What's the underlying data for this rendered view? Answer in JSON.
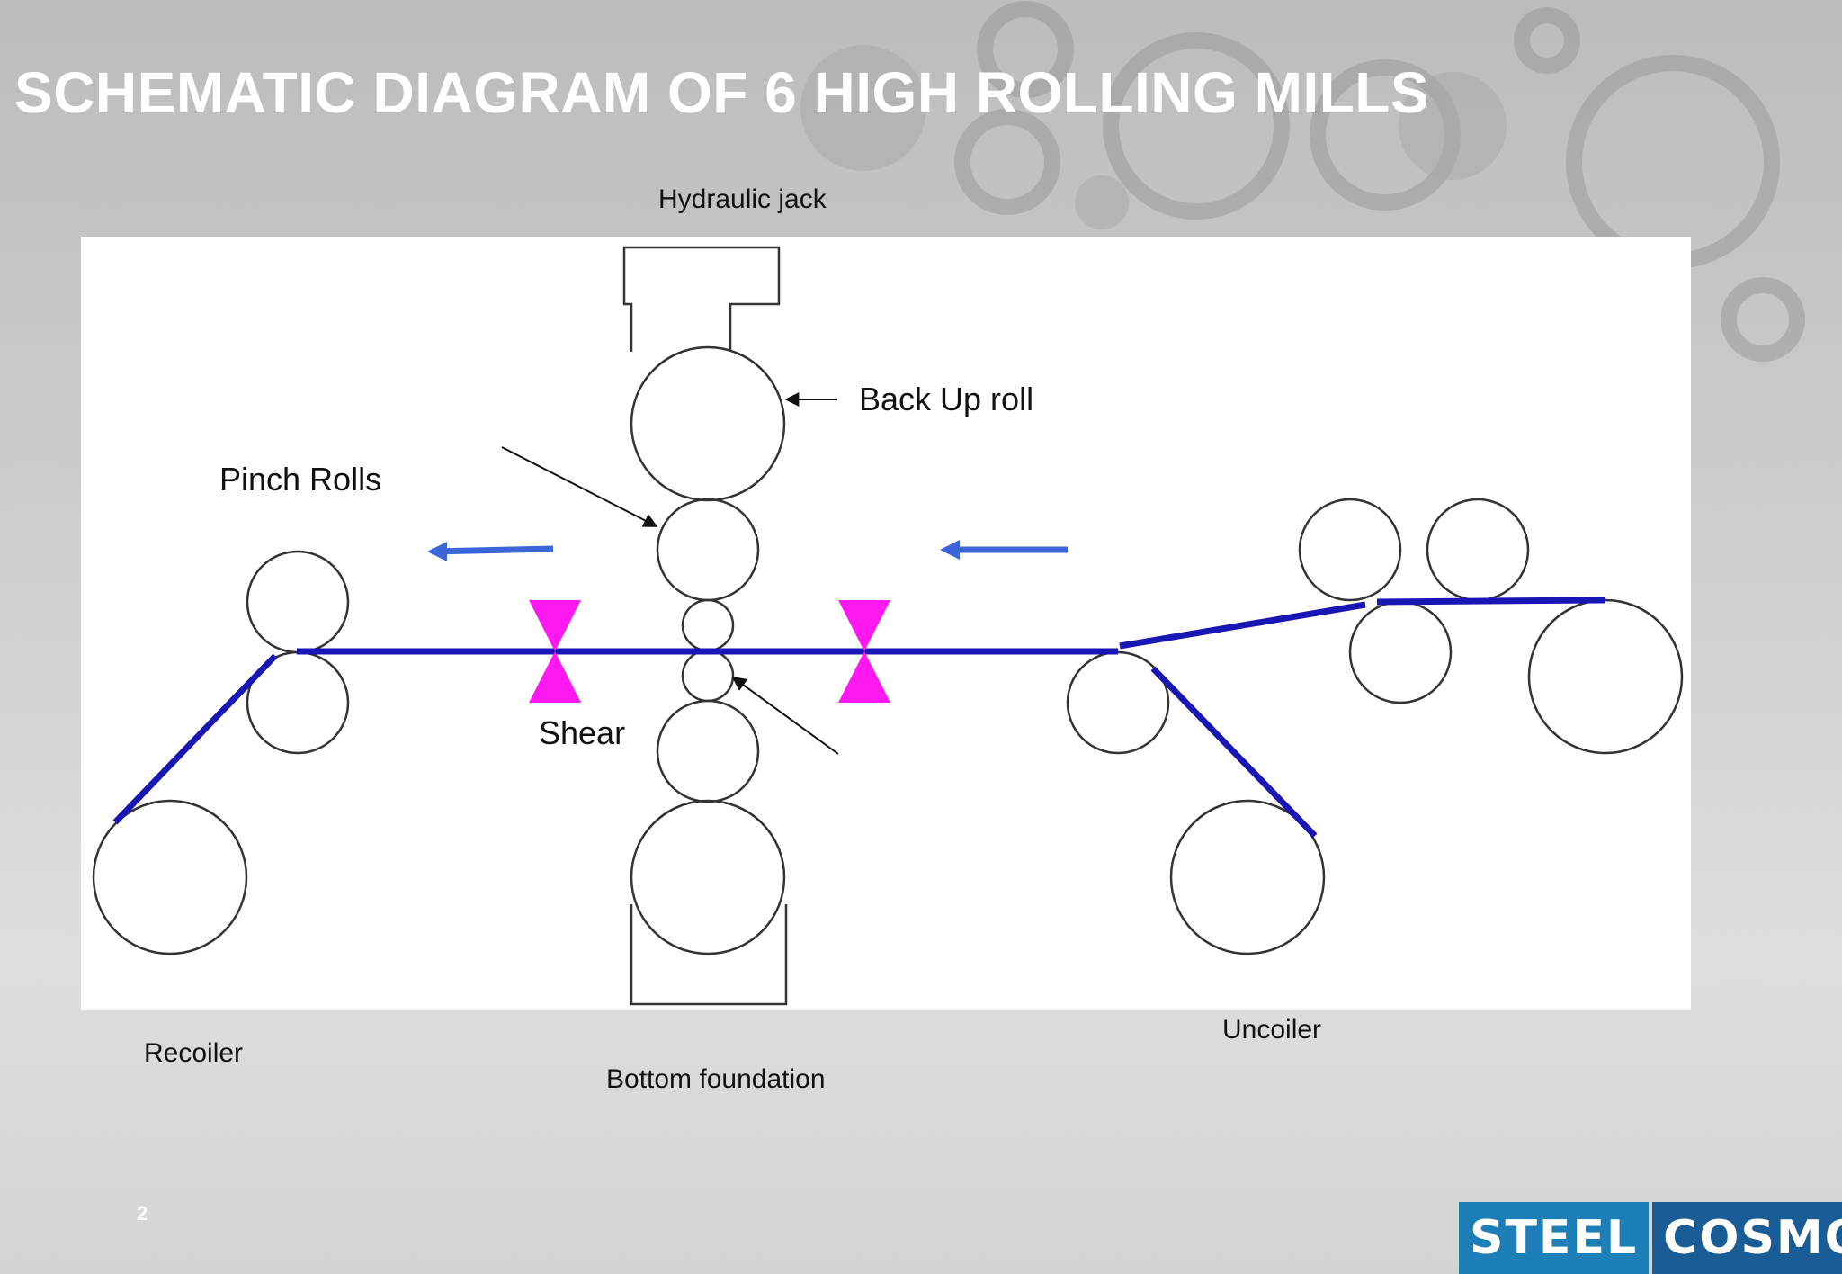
{
  "slide": {
    "title": "SCHEMATIC DIAGRAM OF 6 HIGH ROLLING MILLS",
    "page_number": "2"
  },
  "labels": {
    "hydraulic_jack": "Hydraulic jack",
    "back_up_roll": "Back Up roll",
    "pinch_rolls": "Pinch Rolls",
    "shear": "Shear",
    "recoiler": "Recoiler",
    "bottom_foundation": "Bottom foundation",
    "uncoiler": "Uncoiler"
  },
  "logo": {
    "part1": "STEEL",
    "part2": "COSMOS"
  },
  "colors": {
    "strip": "#1a16b4",
    "shear": "#ff18f0",
    "direction_arrow": "#3a66d8",
    "brand_light": "#1d7fb8",
    "brand_dark": "#1a5d96"
  }
}
